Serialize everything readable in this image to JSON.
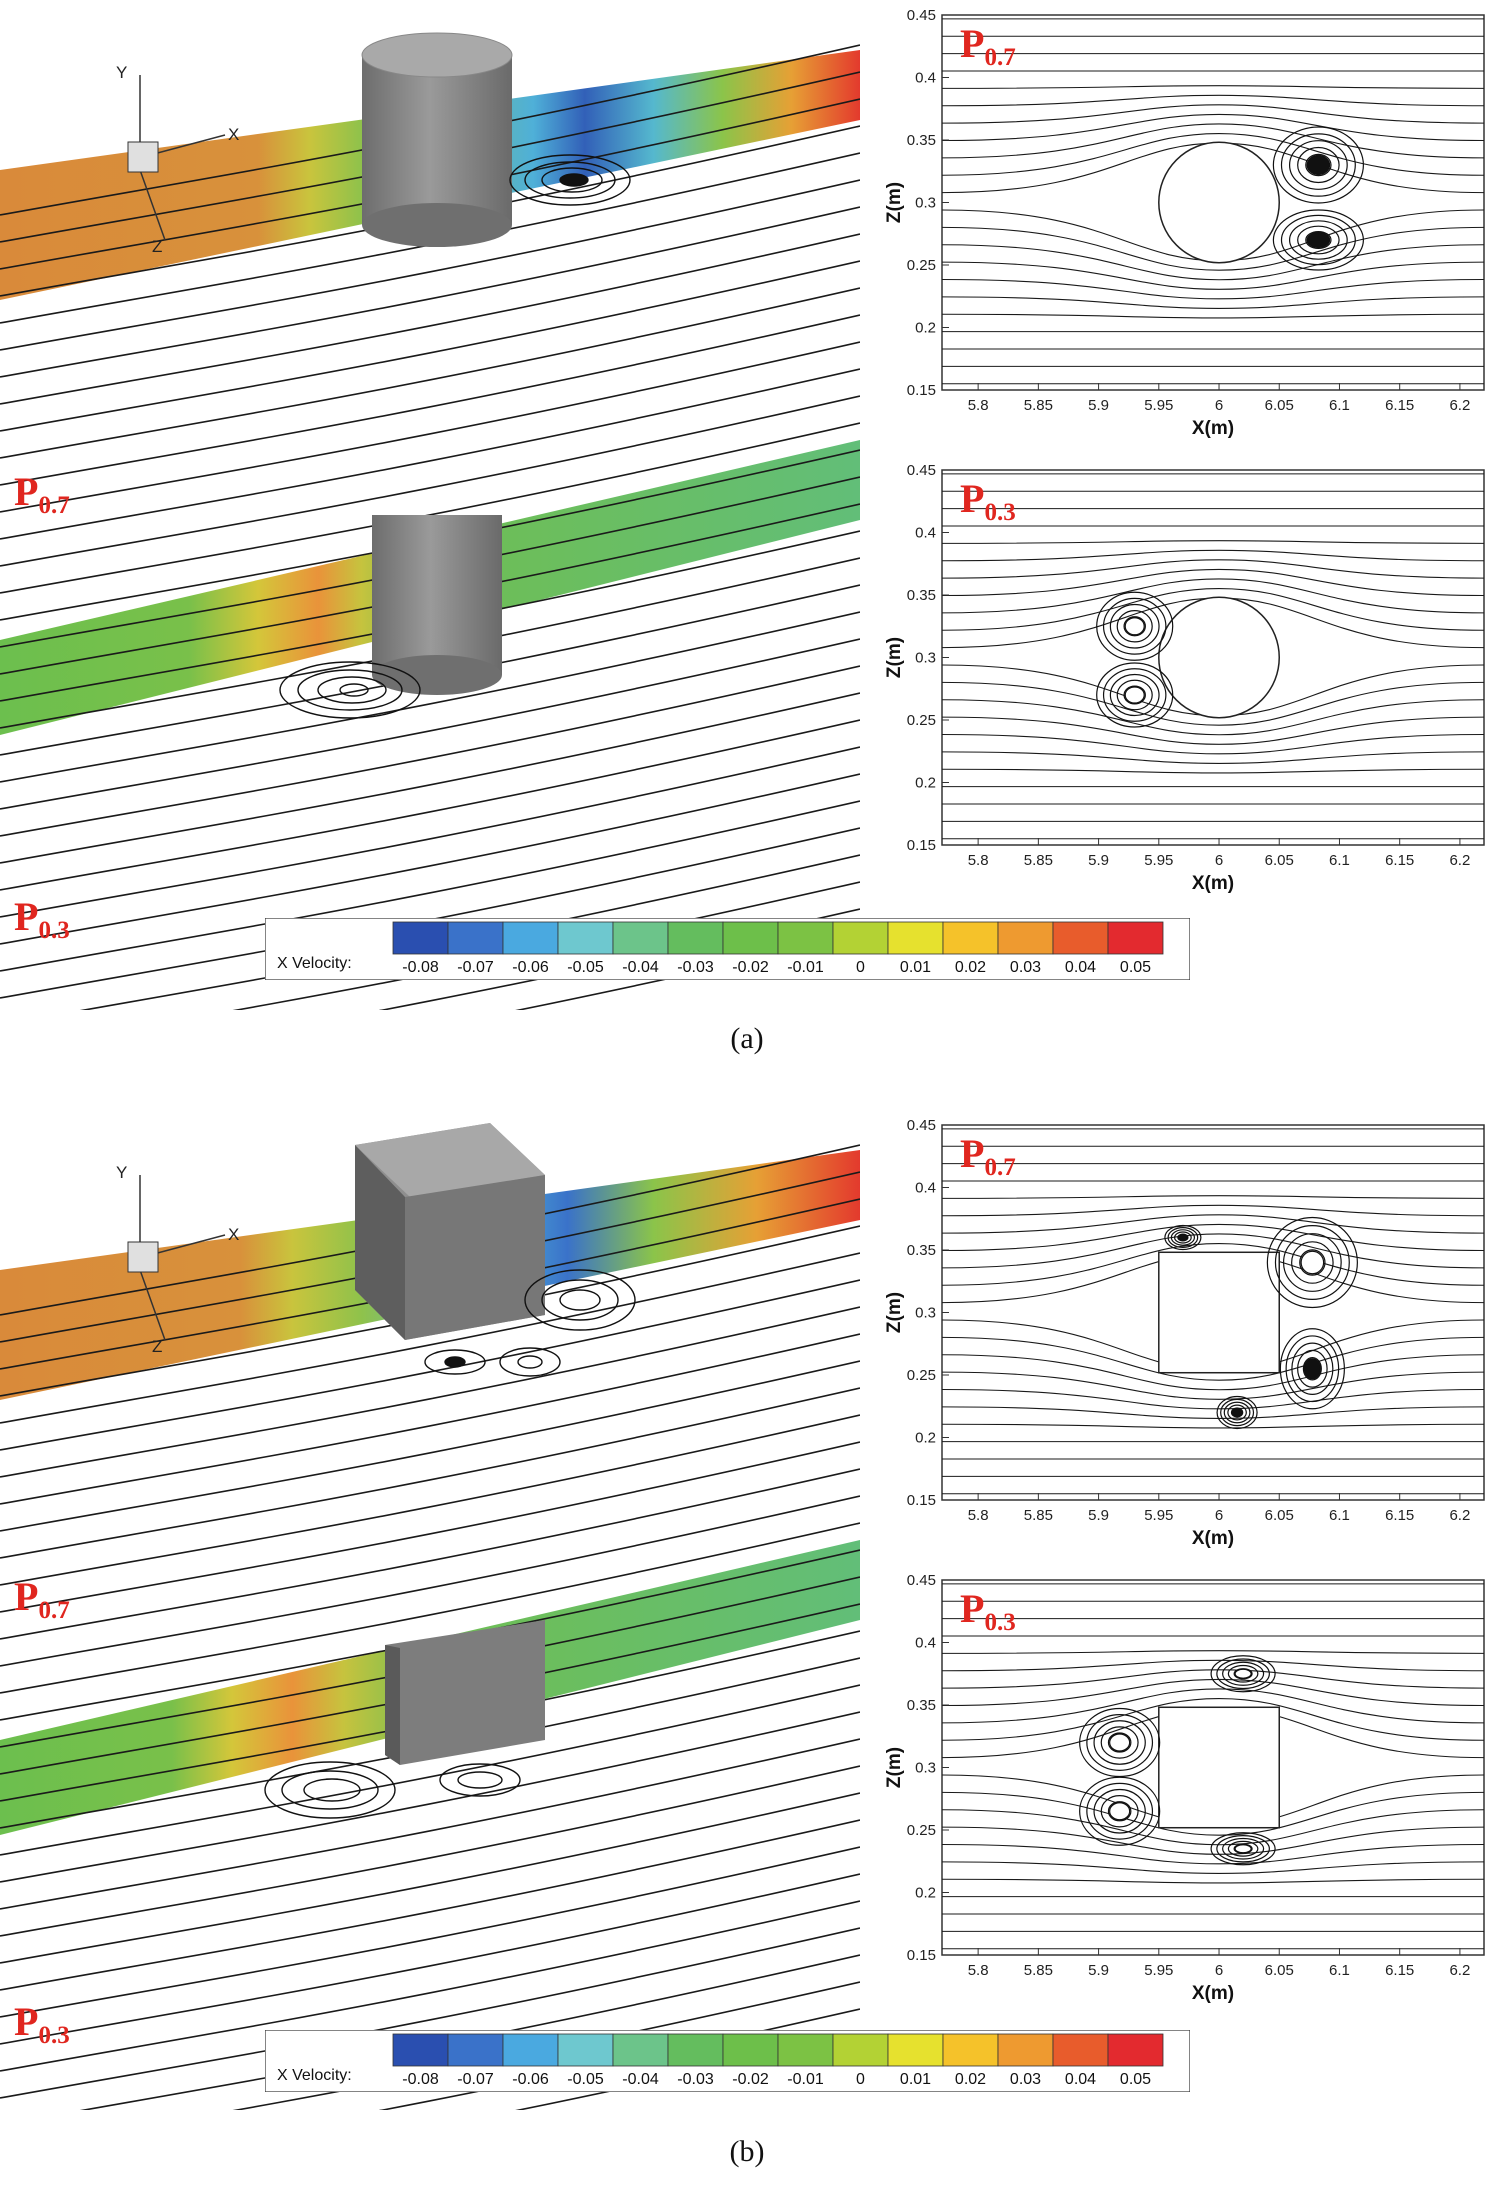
{
  "figure": {
    "caption_a": "(a)",
    "caption_b": "(b)"
  },
  "section_a": {
    "shape": "cylinder",
    "perspective": {
      "upper_label": {
        "main": "P",
        "sub": "0.7"
      },
      "lower_label": {
        "main": "P",
        "sub": "0.3"
      }
    },
    "plan_top": {
      "label": {
        "main": "P",
        "sub": "0.7"
      }
    },
    "plan_bottom": {
      "label": {
        "main": "P",
        "sub": "0.3"
      }
    }
  },
  "section_b": {
    "shape": "square",
    "perspective": {
      "upper_label": {
        "main": "P",
        "sub": "0.7"
      },
      "lower_label": {
        "main": "P",
        "sub": "0.3"
      }
    },
    "plan_top": {
      "label": {
        "main": "P",
        "sub": "0.7"
      }
    },
    "plan_bottom": {
      "label": {
        "main": "P",
        "sub": "0.3"
      }
    }
  },
  "axes_2d": {
    "xlabel": "X(m)",
    "ylabel": "Z(m)",
    "xlim": [
      5.77,
      6.22
    ],
    "ylim": [
      0.15,
      0.45
    ],
    "xticks": [
      "5.8",
      "5.85",
      "5.9",
      "5.95",
      "6",
      "6.05",
      "6.1",
      "6.15",
      "6.2"
    ],
    "xtick_values": [
      5.8,
      5.85,
      5.9,
      5.95,
      6.0,
      6.05,
      6.1,
      6.15,
      6.2
    ],
    "yticks": [
      "0.15",
      "0.2",
      "0.25",
      "0.3",
      "0.35",
      "0.4",
      "0.45"
    ],
    "ytick_values": [
      0.15,
      0.2,
      0.25,
      0.3,
      0.35,
      0.4,
      0.45
    ]
  },
  "axis_icon": {
    "x": "X",
    "y": "Y",
    "z": "Z"
  },
  "legend": {
    "title": "X Velocity:",
    "values": [
      "-0.08",
      "-0.07",
      "-0.06",
      "-0.05",
      "-0.04",
      "-0.03",
      "-0.02",
      "-0.01",
      "0",
      "0.01",
      "0.02",
      "0.03",
      "0.04",
      "0.05"
    ],
    "colors": [
      "#2a4fb0",
      "#3a72c9",
      "#4aa9e0",
      "#6ec8cf",
      "#6cc48a",
      "#64bd5e",
      "#6dbf4a",
      "#7cc244",
      "#b3d234",
      "#e6e12e",
      "#f5c22a",
      "#ee9a30",
      "#e85c2c",
      "#e32a2f"
    ]
  },
  "colors": {
    "label_red": "#e0261f",
    "obstacle_gray": "#8a8a8a",
    "streamline": "#1a1a1a"
  }
}
